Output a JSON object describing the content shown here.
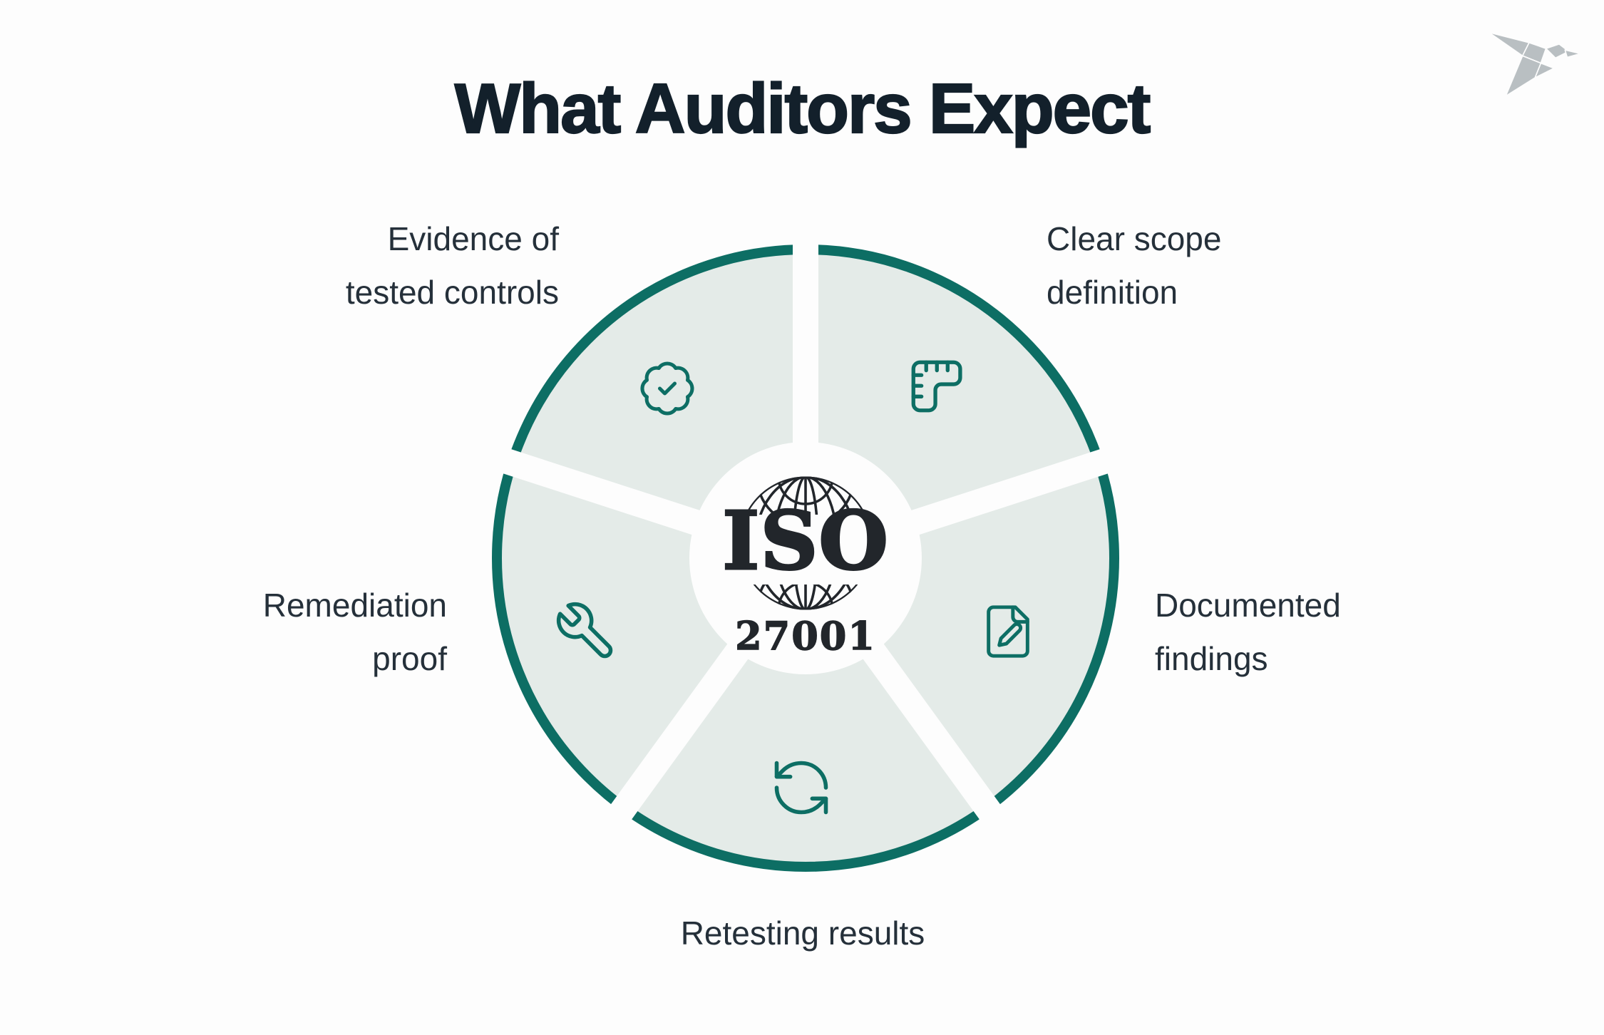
{
  "title": "What Auditors Expect",
  "logo": {
    "name": "origami-bird"
  },
  "center": {
    "org": "ISO",
    "standard": "27001",
    "emblem": "globe-wireframe"
  },
  "segments": [
    {
      "position": "top-left",
      "icon": "badge-check-icon",
      "label_lines": [
        "Evidence of",
        "tested controls"
      ]
    },
    {
      "position": "top-right",
      "icon": "ruler-square-icon",
      "label_lines": [
        "Clear scope",
        "definition"
      ]
    },
    {
      "position": "right",
      "icon": "file-pen-icon",
      "label_lines": [
        "Documented",
        "findings"
      ]
    },
    {
      "position": "bottom",
      "icon": "refresh-ccw-icon",
      "label_lines": [
        "Retesting results"
      ]
    },
    {
      "position": "left",
      "icon": "wrench-icon",
      "label_lines": [
        "Remediation",
        "proof"
      ]
    }
  ],
  "colors": {
    "background": "#fdfdfd",
    "gap_white": "#fdfdfd",
    "teal": "#0d6e64",
    "segment_fill": "#e4ebe8",
    "ink": "#22262b",
    "title_ink": "#13202b",
    "label_ink": "#25303a",
    "bird_gray": "#b9bfc2"
  }
}
